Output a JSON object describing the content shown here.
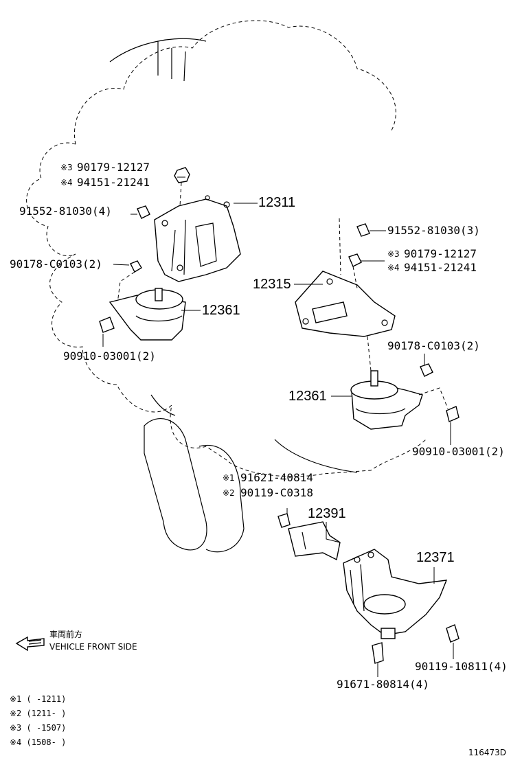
{
  "callouts": {
    "c12311": "12311",
    "c12315": "12315",
    "c12361a": "12361",
    "c12361b": "12361",
    "c12391": "12391",
    "c12371": "12371",
    "p1_mark": "※3",
    "p1_num": "90179-12127",
    "p2_mark": "※4",
    "p2_num": "94151-21241",
    "p3": "91552-81030(4)",
    "p4": "90178-C0103(2)",
    "p5": "90910-03001(2)",
    "p6": "91552-81030(3)",
    "p7_mark": "※3",
    "p7_num": "90179-12127",
    "p8_mark": "※4",
    "p8_num": "94151-21241",
    "p9": "90178-C0103(2)",
    "p10": "90910-03001(2)",
    "p11_mark": "※1",
    "p11_num": "91621-40814",
    "p12_mark": "※2",
    "p12_num": "90119-C0318",
    "p13": "90119-10811(4)",
    "p14": "91671-80814(4)"
  },
  "legend": {
    "front_jp": "車両前方",
    "front_en": "VEHICLE FRONT SIDE"
  },
  "notes": [
    "※1 (      -1211)",
    "※2 (1211-      )",
    "※3 (      -1507)",
    "※4 (1508-      )"
  ],
  "figure_id": "116473D",
  "icons": [
    "front-arrow-icon"
  ]
}
